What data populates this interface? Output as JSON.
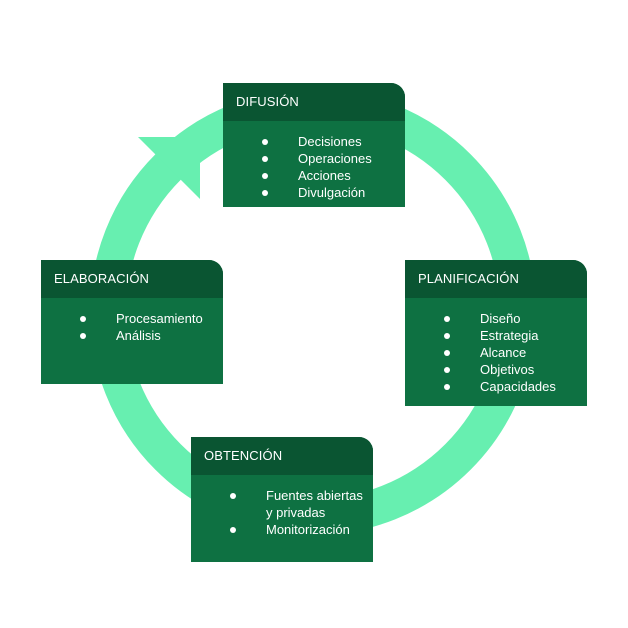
{
  "colors": {
    "arrow": "#67efb0",
    "card_body": "#0e7142",
    "card_header": "#0a5532",
    "text": "#ffffff"
  },
  "cards": {
    "difusion": {
      "title": "DIFUSIÓN",
      "items": [
        "Decisiones",
        "Operaciones",
        "Acciones",
        "Divulgación"
      ]
    },
    "planificacion": {
      "title": "PLANIFICACIÓN",
      "items": [
        "Diseño",
        "Estrategia",
        "Alcance",
        "Objetivos",
        "Capacidades"
      ]
    },
    "obtencion": {
      "title": "OBTENCIÓN",
      "items": [
        "Fuentes abiertas y privadas",
        "Monitorización"
      ]
    },
    "elaboracion": {
      "title": "ELABORACIÓN",
      "items": [
        "Procesamiento",
        "Análisis"
      ]
    }
  }
}
